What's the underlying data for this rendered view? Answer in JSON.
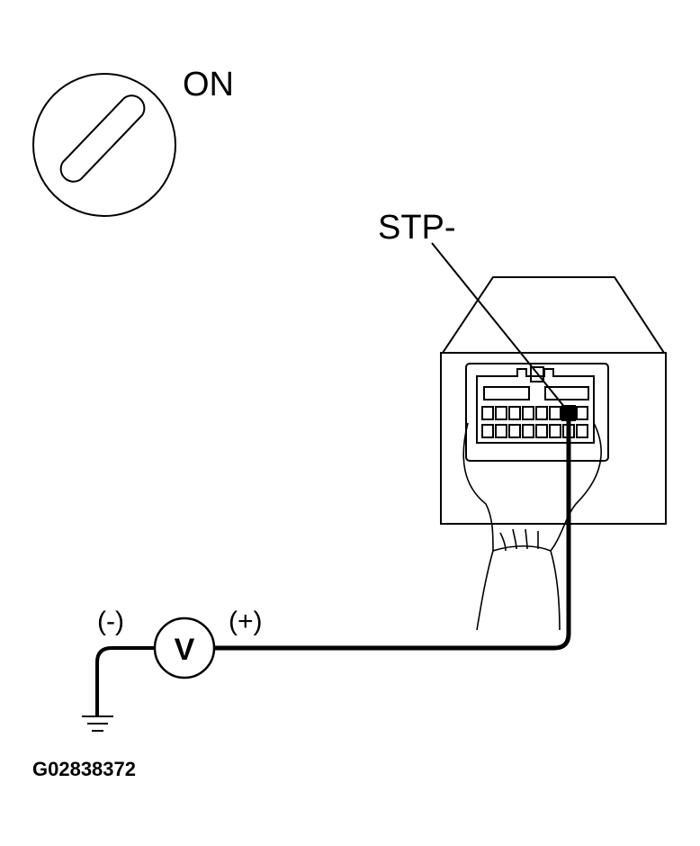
{
  "ignition": {
    "state_label": "ON"
  },
  "connector": {
    "terminal_label": "STP-"
  },
  "meter": {
    "symbol": "V",
    "negative_label": "(-)",
    "positive_label": "(+)"
  },
  "figure_code": "G02838372"
}
